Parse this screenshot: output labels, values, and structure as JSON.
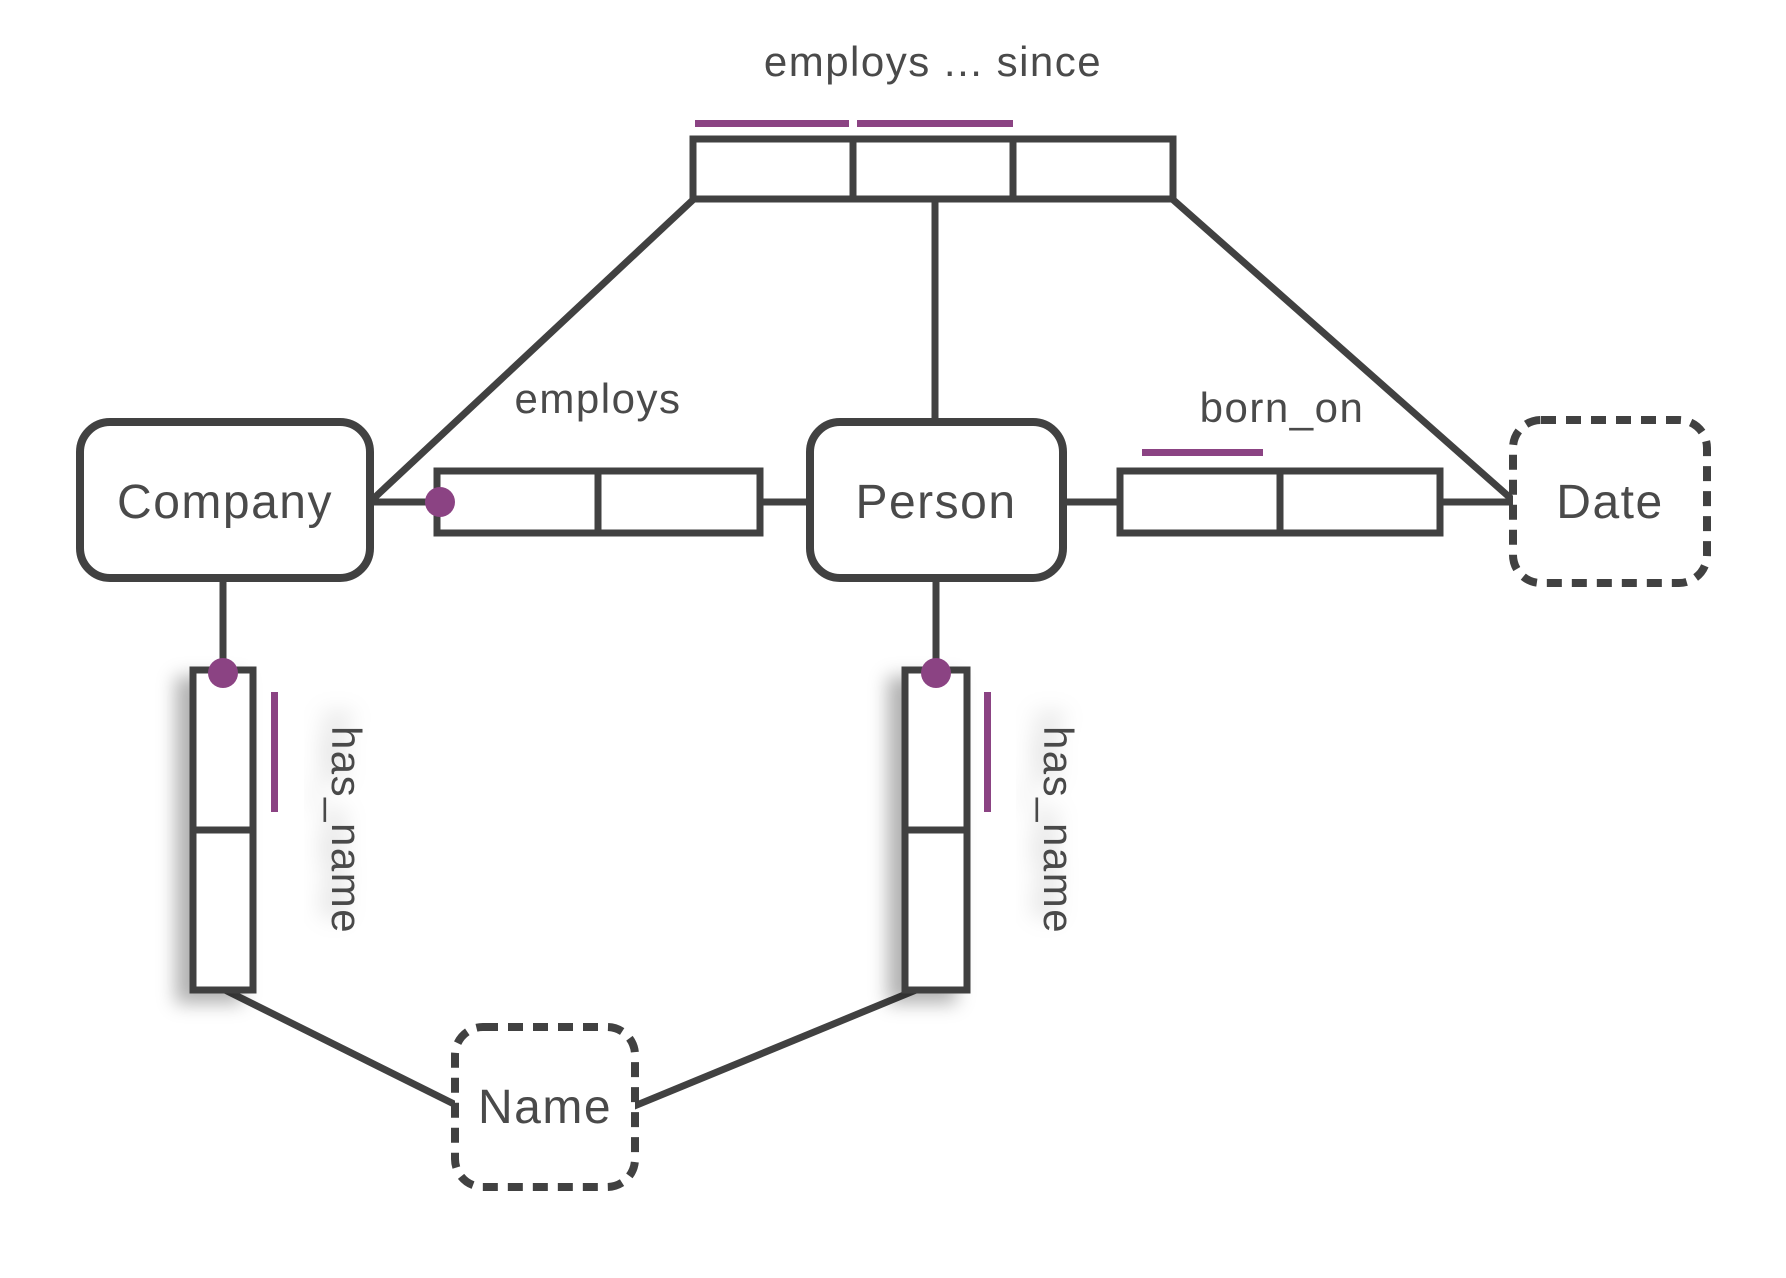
{
  "diagram": {
    "type": "ORM-conceptual-schema",
    "entities": {
      "company": "Company",
      "person": "Person",
      "date": "Date",
      "name": "Name"
    },
    "labels": {
      "employs_since_fact": "employs ... since",
      "employs_fact": "employs",
      "born_on_fact": "born_on",
      "company_has_name_fact": "has_name",
      "person_has_name_fact": "has_name"
    },
    "colors": {
      "accent_purple": "#8b4383",
      "line_gray": "#414141",
      "text_gray": "#4a4a4a"
    }
  }
}
